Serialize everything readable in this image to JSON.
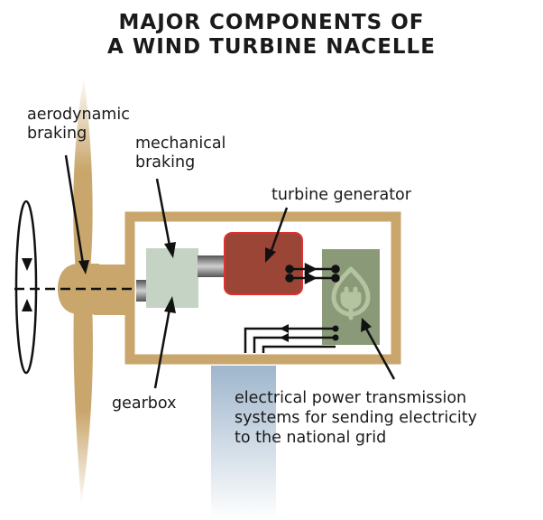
{
  "title": {
    "line1": "MAJOR COMPONENTS OF",
    "line2": "A WIND TURBINE NACELLE"
  },
  "labels": {
    "aerodynamic_braking": [
      "aerodynamic",
      "braking"
    ],
    "mechanical_braking": [
      "mechanical",
      "braking"
    ],
    "turbine_generator": "turbine generator",
    "gearbox": "gearbox",
    "power_transmission": [
      "electrical power transmission",
      "systems for sending electricity",
      "to the national grid"
    ]
  },
  "colors": {
    "tan": "#c9a66b",
    "tower": "#a7bccf",
    "gearbox": "#c5d3c4",
    "generator": "#9a4535",
    "generator_border": "#e03030",
    "transmission": "#8a9a78",
    "shaft": "#7a7a7a"
  },
  "icons": {
    "transmission": "plug-leaf-icon",
    "rotation": "rotation-arrow-icon"
  }
}
